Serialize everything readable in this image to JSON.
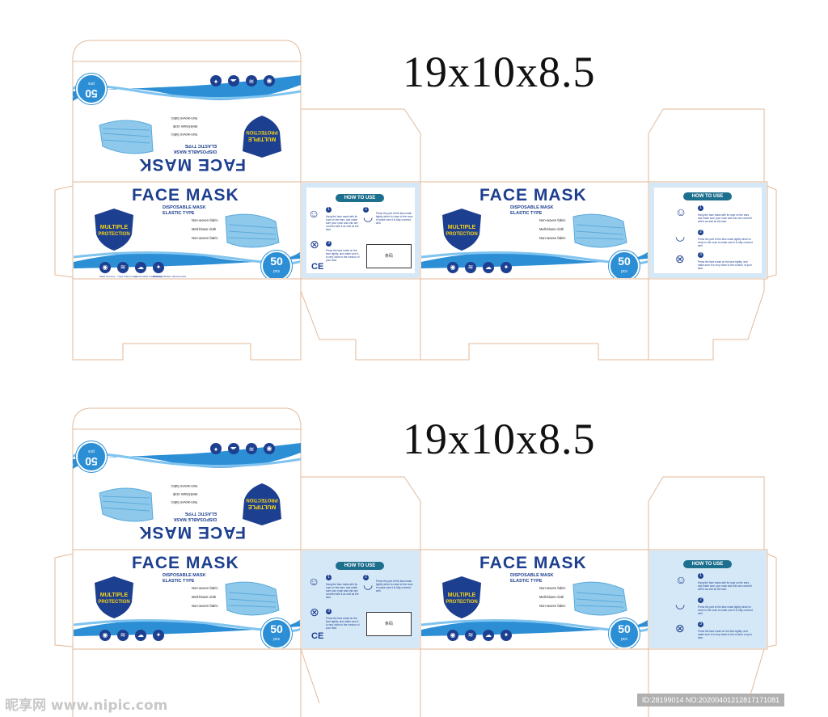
{
  "size_label": "19x10x8.5",
  "box": {
    "title": "FACE MASK",
    "subtitle_1": "DISPOSABLE MASK",
    "subtitle_2": "ELASTIC TYPE",
    "layers": [
      "Non-woven fabric",
      "Melt-blown cloth",
      "Non-woven fabric"
    ],
    "shield_line_1": "MULTIPLE",
    "shield_line_2": "PROTECTION",
    "count": "50",
    "count_unit": "pcs",
    "features": [
      "Mask structure",
      "Triple folded shape",
      "Comfortable breathability",
      "Bacterial filtration effectiveness"
    ],
    "brand_color": "#1d3f8f",
    "accent_color": "#2c8fd6"
  },
  "howto": {
    "title": "HOW TO USE",
    "steps": [
      {
        "num": "1",
        "text": "Hang the face mask with its rope on the ears, and make sure your nose and chin are covered with it as well as the face."
      },
      {
        "num": "2",
        "text": "Press the part of the face mask tightly which is close to the nose to make sure it is fully covered well."
      },
      {
        "num": "3",
        "text": "Press the face mask on the face tightly, and make sure it is very close to the contour of your face."
      }
    ],
    "ce_mark": "CE",
    "spec_label": "条码"
  },
  "watermark": {
    "site": "昵享网 www.nipic.com",
    "id_text": "ID:28199014 NO:20200401212817171081"
  }
}
